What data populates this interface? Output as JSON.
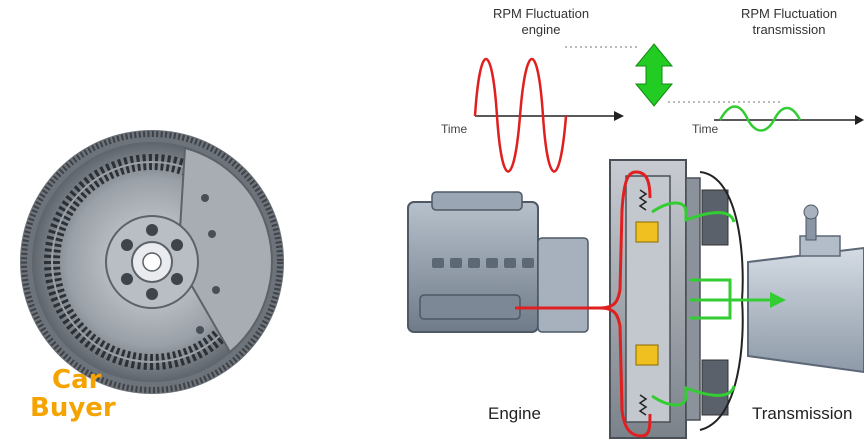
{
  "labels": {
    "engine_fluctuation_line1": "RPM Fluctuation",
    "engine_fluctuation_line2": "engine",
    "transmission_fluctuation_line1": "RPM Fluctuation",
    "transmission_fluctuation_line2": "transmission",
    "time_engine": "Time",
    "time_transmission": "Time",
    "engine": "Engine",
    "transmission": "Transmission"
  },
  "brand": {
    "line1": "Car",
    "line2": "Buyer"
  },
  "colors": {
    "engine_wave": "#e02020",
    "transmission_wave": "#33cc33",
    "arrow_green": "#22cc22",
    "brand": "#f5a300",
    "metal": "#8a8f96"
  },
  "icons": [
    "dual-mass-flywheel",
    "double-arrow",
    "engine-block",
    "gearbox",
    "shift-lever",
    "spring"
  ]
}
